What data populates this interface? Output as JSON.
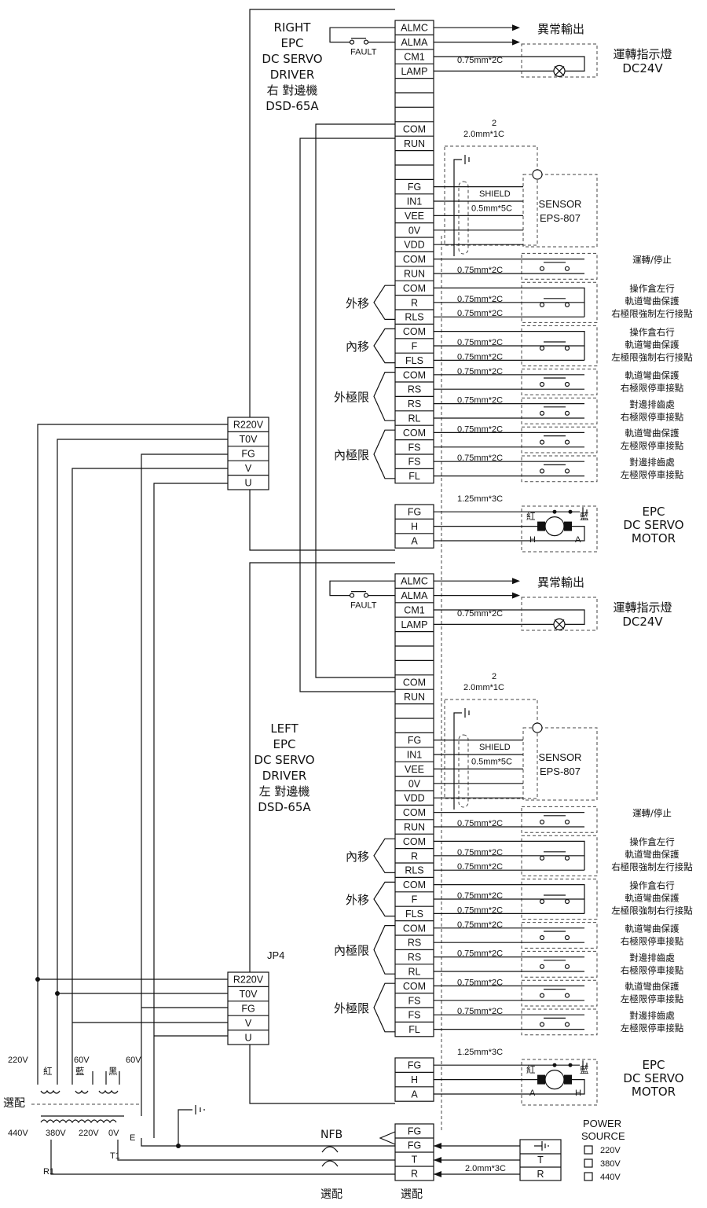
{
  "right_driver": {
    "title_lines": [
      "RIGHT",
      "EPC",
      "DC SERVO",
      "DRIVER",
      "右 對邊機",
      "DSD-65A"
    ],
    "pins": [
      "ALMC",
      "ALMA",
      "CM1",
      "LAMP",
      "",
      "",
      "",
      "COM",
      "RUN",
      "",
      "",
      "FG",
      "IN1",
      "VEE",
      "0V",
      "VDD",
      "COM",
      "RUN",
      "COM",
      "R",
      "RLS",
      "COM",
      "F",
      "FLS",
      "COM",
      "RS",
      "RS",
      "RL",
      "COM",
      "FS",
      "FS",
      "FL"
    ],
    "motor_pins": [
      "FG",
      "H",
      "A"
    ],
    "groups": [
      "外移",
      "內移",
      "外極限",
      "內極限"
    ],
    "motor_polarity": [
      "H",
      "A"
    ]
  },
  "left_driver": {
    "title_lines": [
      "LEFT",
      "EPC",
      "DC SERVO",
      "DRIVER",
      "左 對邊機",
      "DSD-65A"
    ],
    "pins": [
      "ALMC",
      "ALMA",
      "CM1",
      "LAMP",
      "",
      "",
      "",
      "COM",
      "RUN",
      "",
      "",
      "FG",
      "IN1",
      "VEE",
      "0V",
      "VDD",
      "COM",
      "RUN",
      "COM",
      "R",
      "RLS",
      "COM",
      "F",
      "FLS",
      "COM",
      "RS",
      "RS",
      "RL",
      "COM",
      "FS",
      "FS",
      "FL"
    ],
    "motor_pins": [
      "FG",
      "H",
      "A"
    ],
    "groups": [
      "內移",
      "外移",
      "內極限",
      "外極限"
    ],
    "motor_polarity": [
      "A",
      "H"
    ],
    "jp": "JP4"
  },
  "power_terminals": [
    "R220V",
    "T0V",
    "FG",
    "V",
    "U"
  ],
  "labels": {
    "fault": "FAULT",
    "abnormal_output": "異常輸出",
    "lamp_title": "運轉指示燈",
    "lamp_voltage": "DC24V",
    "cable_lamp": "0.75mm*2C",
    "cable_shield_exp": "2",
    "cable_shield": "2.0mm*1C",
    "shield": "SHIELD",
    "cable_sensor": "0.5mm*5C",
    "sensor_name": "SENSOR",
    "sensor_model": "EPS-807",
    "cable_signal": "0.75mm*2C",
    "cable_motor": "1.25mm*3C",
    "motor_title": [
      "EPC",
      "DC SERVO",
      "MOTOR"
    ],
    "red": "紅",
    "blue": "藍",
    "black": "黑",
    "nfb": "NFB",
    "optional": "選配",
    "power_source": [
      "POWER",
      "SOURCE"
    ],
    "voltages": [
      "220V",
      "380V",
      "440V"
    ],
    "input_terminals": [
      "FG",
      "FG",
      "T",
      "R"
    ],
    "cable_input": "2.0mm*3C",
    "src_terminals": [
      "T",
      "R"
    ],
    "transformer_taps": [
      "440V",
      "380V",
      "220V",
      "0V"
    ],
    "secondary": [
      "220V",
      "60V",
      "60V"
    ],
    "t1": "T1",
    "r1": "R1",
    "e": "E"
  },
  "right_switch_notes": [
    [
      "運轉/停止"
    ],
    [
      "操作盒左行",
      "軌道彎曲保護",
      "右極限強制左行接點"
    ],
    [
      "操作盒右行",
      "軌道彎曲保護",
      "左極限強制右行接點"
    ],
    [
      "軌道彎曲保護",
      "右極限停車接點"
    ],
    [
      "對邊排齒處",
      "右極限停車接點"
    ],
    [
      "軌道彎曲保護",
      "左極限停車接點"
    ],
    [
      "對邊排齒處",
      "左極限停車接點"
    ]
  ],
  "left_switch_notes": [
    [
      "運轉/停止"
    ],
    [
      "操作盒左行",
      "軌道彎曲保護",
      "右極限強制左行接點"
    ],
    [
      "操作盒右行",
      "軌道彎曲保護",
      "左極限強制右行接點"
    ],
    [
      "軌道彎曲保護",
      "右極限停車接點"
    ],
    [
      "對邊排齒處",
      "右極限停車接點"
    ],
    [
      "軌道彎曲保護",
      "左極限停車接點"
    ],
    [
      "對邊排齒處",
      "左極限停車接點"
    ]
  ]
}
